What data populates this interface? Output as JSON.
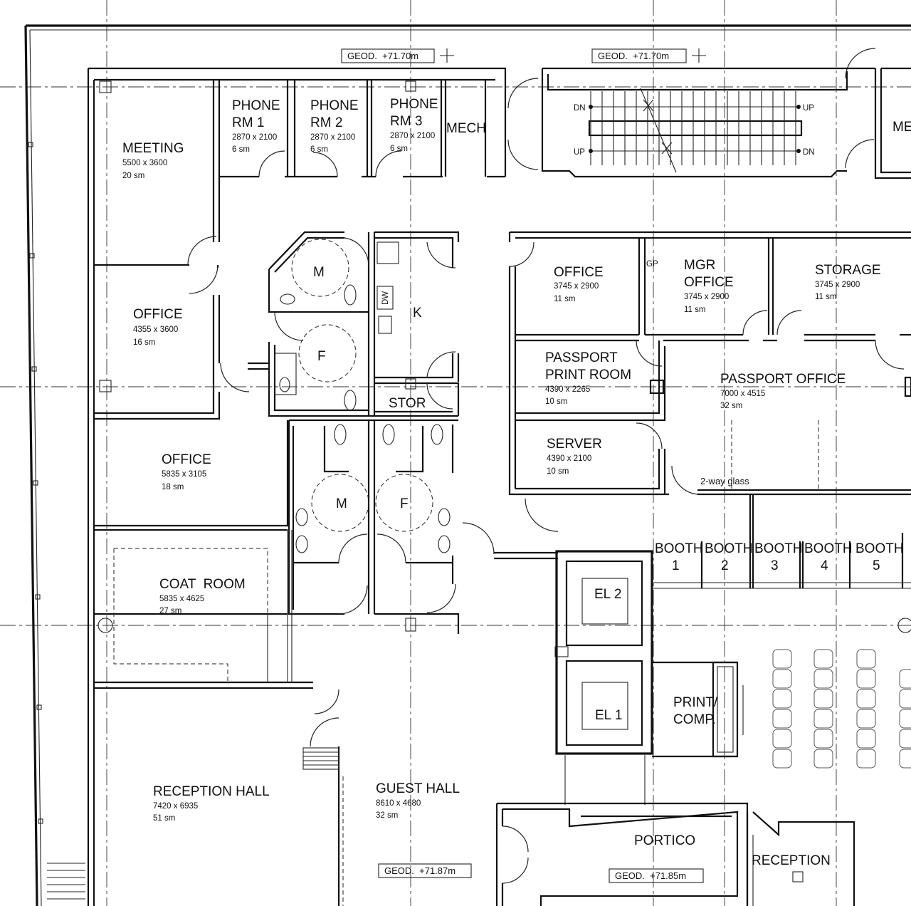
{
  "rooms": {
    "meeting": {
      "name": "MEETING",
      "dims": "5500 x 3600",
      "area": "20 sm"
    },
    "phone1": {
      "name1": "PHONE",
      "name2": "RM 1",
      "dims": "2870 x 2100",
      "area": "6 sm"
    },
    "phone2": {
      "name1": "PHONE",
      "name2": "RM 2",
      "dims": "2870 x 2100",
      "area": "6 sm"
    },
    "phone3": {
      "name1": "PHONE",
      "name2": "RM 3",
      "dims": "2870 x 2100",
      "area": "6 sm"
    },
    "mech": {
      "name": "MECH"
    },
    "mech_right": {
      "name": "MEC"
    },
    "office_a": {
      "name": "OFFICE",
      "dims": "4355 x 3600",
      "area": "16 sm"
    },
    "office_b": {
      "name": "OFFICE",
      "dims": "5835 x 3105",
      "area": "18 sm"
    },
    "coat_room": {
      "name": "COAT  ROOM",
      "dims": "5835 x 4625",
      "area": "27 sm"
    },
    "reception_hall": {
      "name": "RECEPTION HALL",
      "dims": "7420 x 6935",
      "area": "51 sm"
    },
    "guest_hall": {
      "name": "GUEST HALL",
      "dims": "8610 x 4680",
      "area": "32 sm"
    },
    "office_c": {
      "name": "OFFICE",
      "dims": "3745 x 2900",
      "area": "11 sm"
    },
    "mgr_office": {
      "name1": "MGR",
      "name2": "OFFICE",
      "dims": "3745 x 2900",
      "area": "11 sm"
    },
    "storage": {
      "name": "STORAGE",
      "dims": "3745 x 2900",
      "area": "11 sm"
    },
    "gp": {
      "name": "GP"
    },
    "passport_print": {
      "name1": "PASSPORT",
      "name2": "PRINT ROOM",
      "dims": "4390 x 2265",
      "area": "10 sm"
    },
    "passport_office": {
      "name": "PASSPORT OFFICE",
      "dims": "7000 x 4515",
      "area": "32 sm"
    },
    "server": {
      "name": "SERVER",
      "dims": "4390 x 2100",
      "area": "10 sm"
    },
    "two_way_glass": "2-way glass",
    "wc_m_top": "M",
    "wc_f_top": "F",
    "kitchen": "K",
    "dw": "DW",
    "stor": "STOR",
    "wc_m_bottom": "M",
    "wc_f_bottom": "F",
    "el2": "EL 2",
    "el1": "EL 1",
    "print_comp1": "PRINT/",
    "print_comp2": "COMP.",
    "portico": "PORTICO",
    "reception": "RECEPTION"
  },
  "booths": [
    {
      "label": "BOOTH",
      "num": "1"
    },
    {
      "label": "BOOTH",
      "num": "2"
    },
    {
      "label": "BOOTH",
      "num": "3"
    },
    {
      "label": "BOOTH",
      "num": "4"
    },
    {
      "label": "BOOTH",
      "num": "5"
    }
  ],
  "stairs": {
    "dn_left": "DN",
    "up_left": "UP",
    "up_right": "UP",
    "dn_right": "DN"
  },
  "elevations": {
    "geo_top_left": "GEOD.  +71.70m",
    "geo_top_right": "GEOD.  +71.70m",
    "geo_guest": "GEOD.  +71.87m",
    "geo_portico": "GEOD.  +71.85m"
  }
}
